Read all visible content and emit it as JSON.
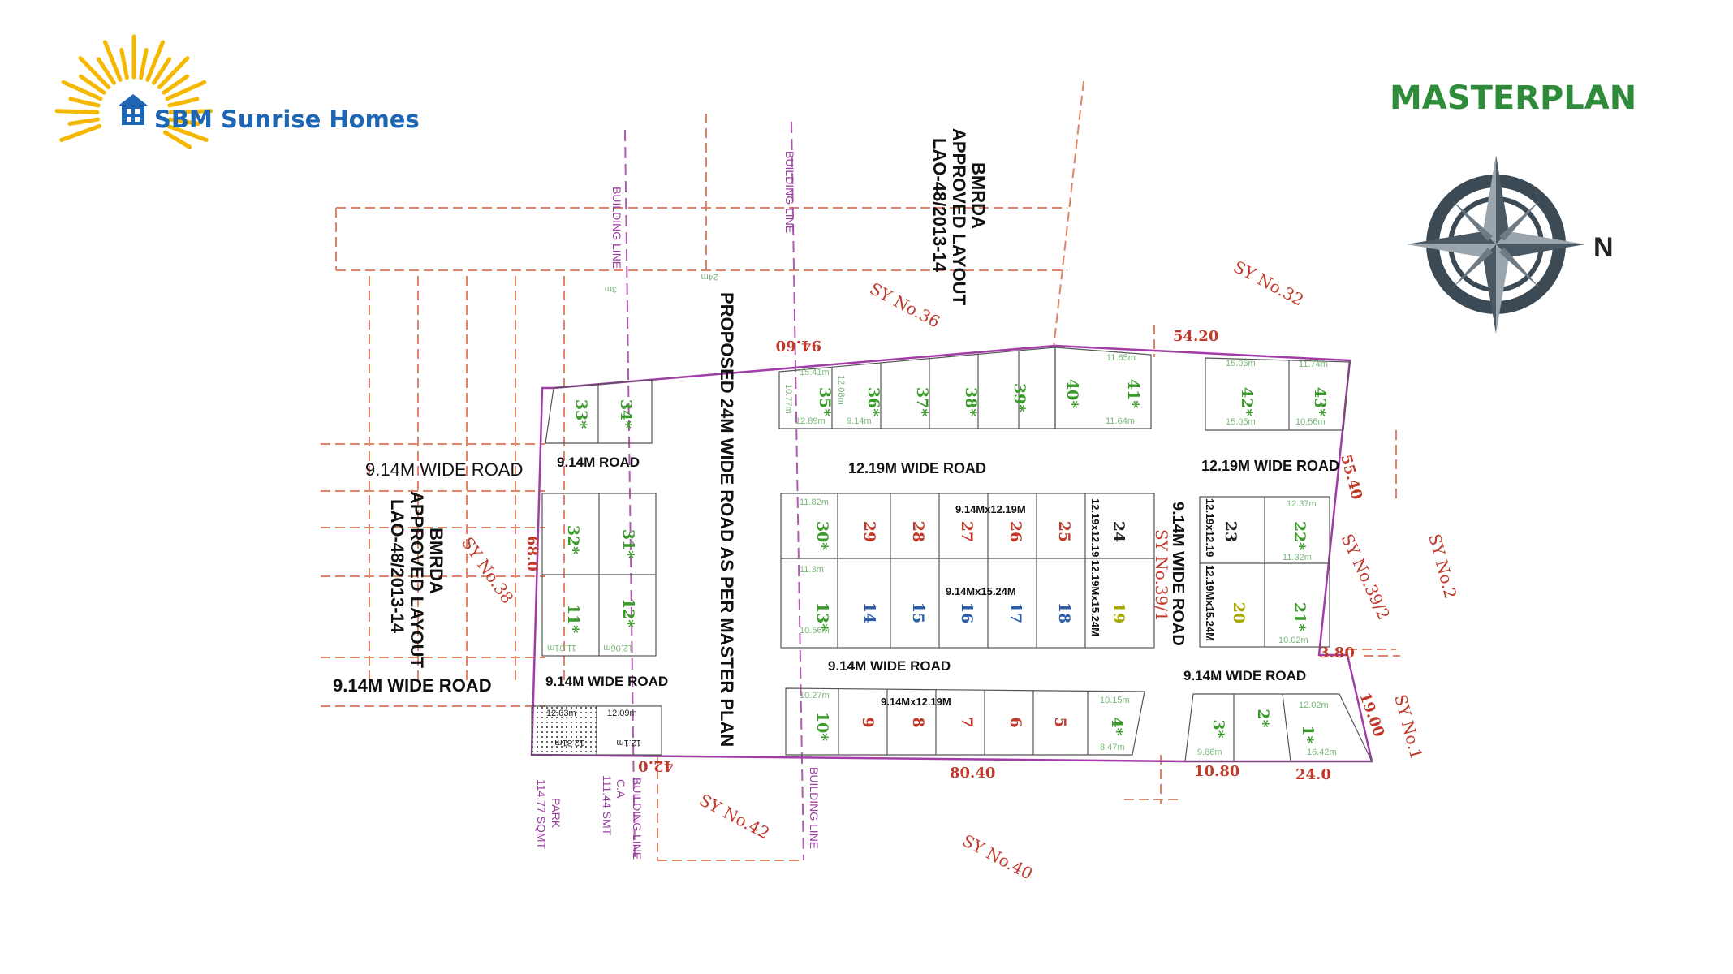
{
  "brand": {
    "name": "SBM Sunrise Homes",
    "title": "MASTERPLAN",
    "title_color": "#2e8b3a",
    "name_color": "#1e66b4",
    "sun_color": "#f5b800"
  },
  "compass": {
    "north_label": "N"
  },
  "labels": {
    "bmrda_top": [
      "BMRDA",
      "APPROVED LAYOUT",
      "LAO-48/2013-14"
    ],
    "bmrda_left": [
      "BMRDA",
      "APPROVED LAYOUT",
      "LAO-48/2013-14"
    ],
    "proposed_road": "PROPOSED 24M WIDE ROAD AS PER MASTER PLAN",
    "building_line": "BUILDING LINE",
    "park": [
      "PARK",
      "114.77 SQMT"
    ],
    "ca": [
      "C.A",
      "111.44 SMT"
    ],
    "roads": {
      "r914_left_top": "9.14M WIDE ROAD",
      "r914_left_bottom": "9.14M WIDE ROAD",
      "r914_road": "9.14M  ROAD",
      "r914_inner_bottom": "9.14M WIDE ROAD",
      "r1219_left": "12.19M WIDE ROAD",
      "r1219_right": "12.19M WIDE ROAD",
      "r914_bottom_mid": "9.14M WIDE ROAD",
      "r914_bottom_right": "9.14M WIDE ROAD",
      "r914_vertical": "9.14M WIDE ROAD"
    },
    "survey": {
      "sy36": "SY No.36",
      "sy32": "SY No.32",
      "sy38": "SY No.38",
      "sy391": "SY No.39/1",
      "sy392": "SY No.39/2",
      "sy2": "SY No.2",
      "sy1": "SY No.1",
      "sy42": "SY No.42",
      "sy40": "SY No.40"
    },
    "dimensions": {
      "d9460": "94.60",
      "d5420": "54.20",
      "d5540": "55.40",
      "d680": "68.0",
      "d420": "42.0",
      "d8040": "80.40",
      "d1080": "10.80",
      "d240": "24.0",
      "d380": "3.80",
      "d1900": "19.00"
    },
    "block_dims": {
      "b1": "9.14Mx12.19M",
      "b2": "9.14Mx15.24M",
      "b3": "9.14Mx12.19M",
      "b4": "12.19x12.19",
      "b5": "12.19Mx15.24M",
      "b6": "12.19x12.19",
      "b7": "12.19Mx15.24M"
    },
    "small_dims": {
      "s1": "15.41m",
      "s2": "10.77m",
      "s3": "12.89m",
      "s4": "12.08m",
      "s5": "9.14m",
      "s6": "11.65m",
      "s7": "11.64m",
      "s8": "15.06m",
      "s9": "15.05m",
      "s10": "11.74m",
      "s11": "10.56m",
      "s12": "12.03m",
      "s13": "12.09m",
      "s14": "12.81m",
      "s15": "12.1m",
      "s16": "10.27m",
      "s17": "10.15m",
      "s18": "8.47m",
      "s19": "12.02m",
      "s20": "16.42m",
      "s21": "9.86m",
      "s22": "12.37m",
      "s23": "11.32m",
      "s24": "10.02m",
      "s25": "11.01m",
      "s26": "12.06m",
      "s27": "10.66m",
      "s28": "11.3m",
      "s29": "11.82m",
      "s30": "24m",
      "s31": "3m"
    }
  },
  "plots": [
    {
      "id": "1*",
      "color": "#3a9a2a"
    },
    {
      "id": "2*",
      "color": "#3a9a2a"
    },
    {
      "id": "3*",
      "color": "#3a9a2a"
    },
    {
      "id": "4*",
      "color": "#3a9a2a"
    },
    {
      "id": "5",
      "color": "#c0392b"
    },
    {
      "id": "6",
      "color": "#c0392b"
    },
    {
      "id": "7",
      "color": "#c0392b"
    },
    {
      "id": "8",
      "color": "#c0392b"
    },
    {
      "id": "9",
      "color": "#c0392b"
    },
    {
      "id": "10*",
      "color": "#3a9a2a"
    },
    {
      "id": "11*",
      "color": "#3a9a2a"
    },
    {
      "id": "12*",
      "color": "#3a9a2a"
    },
    {
      "id": "13*",
      "color": "#3a9a2a"
    },
    {
      "id": "14",
      "color": "#2c5fa8"
    },
    {
      "id": "15",
      "color": "#2c5fa8"
    },
    {
      "id": "16",
      "color": "#2c5fa8"
    },
    {
      "id": "17",
      "color": "#2c5fa8"
    },
    {
      "id": "18",
      "color": "#2c5fa8"
    },
    {
      "id": "19",
      "color": "#a8a800"
    },
    {
      "id": "20",
      "color": "#a8a800"
    },
    {
      "id": "21*",
      "color": "#3a9a2a"
    },
    {
      "id": "22*",
      "color": "#3a9a2a"
    },
    {
      "id": "23",
      "color": "#222222"
    },
    {
      "id": "24",
      "color": "#222222"
    },
    {
      "id": "25",
      "color": "#c0392b"
    },
    {
      "id": "26",
      "color": "#c0392b"
    },
    {
      "id": "27",
      "color": "#c0392b"
    },
    {
      "id": "28",
      "color": "#c0392b"
    },
    {
      "id": "29",
      "color": "#c0392b"
    },
    {
      "id": "30*",
      "color": "#3a9a2a"
    },
    {
      "id": "31*",
      "color": "#3a9a2a"
    },
    {
      "id": "32*",
      "color": "#3a9a2a"
    },
    {
      "id": "33*",
      "color": "#3a9a2a"
    },
    {
      "id": "34*",
      "color": "#3a9a2a"
    },
    {
      "id": "35*",
      "color": "#3a9a2a"
    },
    {
      "id": "36*",
      "color": "#3a9a2a"
    },
    {
      "id": "37*",
      "color": "#3a9a2a"
    },
    {
      "id": "38*",
      "color": "#3a9a2a"
    },
    {
      "id": "39*",
      "color": "#3a9a2a"
    },
    {
      "id": "40*",
      "color": "#3a9a2a"
    },
    {
      "id": "41*",
      "color": "#3a9a2a"
    },
    {
      "id": "42*",
      "color": "#3a9a2a"
    },
    {
      "id": "43*",
      "color": "#3a9a2a"
    }
  ]
}
